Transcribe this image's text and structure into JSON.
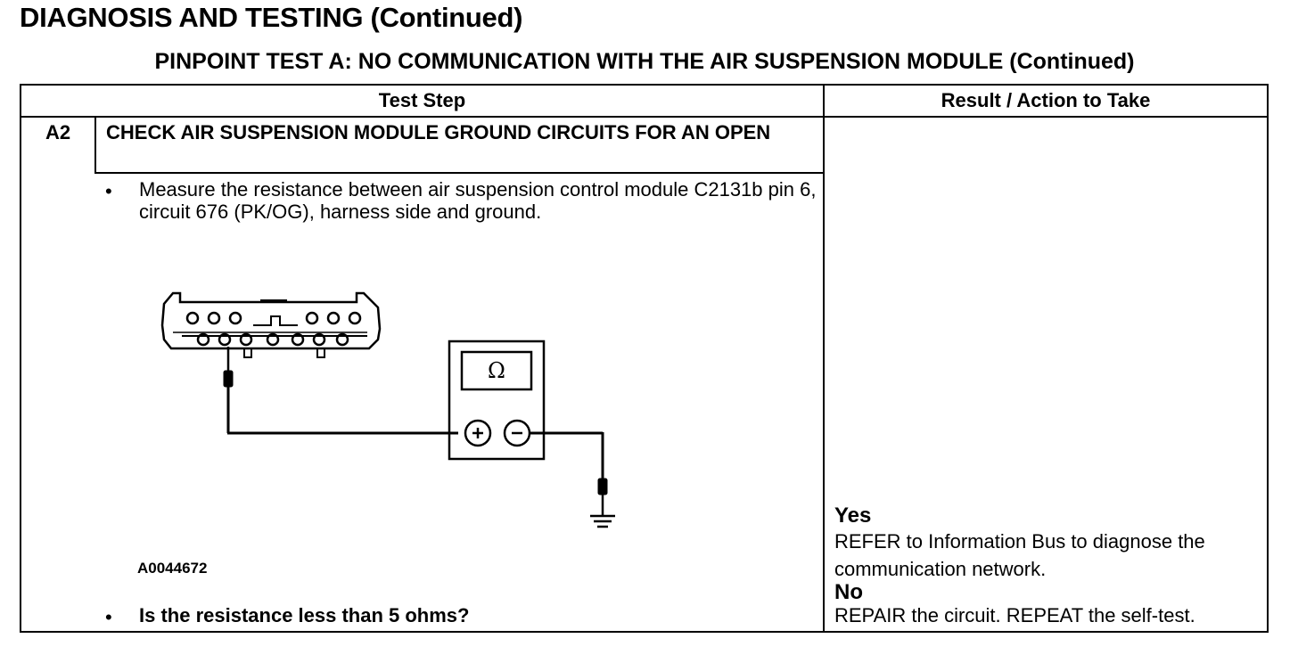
{
  "page": {
    "title": "DIAGNOSIS AND TESTING (Continued)",
    "subtitle": "PINPOINT TEST  A: NO COMMUNICATION WITH THE AIR SUSPENSION MODULE (Continued)"
  },
  "table": {
    "headers": {
      "test_step": "Test Step",
      "result": "Result / Action to Take"
    },
    "step": {
      "id": "A2",
      "title": "CHECK AIR SUSPENSION MODULE GROUND CIRCUITS FOR AN OPEN",
      "bullet_symbol": "•",
      "instruction": "Measure the resistance between air suspension control module C2131b pin 6, circuit 676 (PK/OG), harness side and ground.",
      "figure_id": "A0044672",
      "meter_symbol": "Ω",
      "question": "Is the resistance less than 5 ohms?"
    },
    "results": [
      {
        "label": "Yes",
        "action": "REFER to Information Bus to diagnose the communication network."
      },
      {
        "label": "No",
        "action": "REPAIR the circuit. REPEAT the self-test."
      }
    ]
  }
}
